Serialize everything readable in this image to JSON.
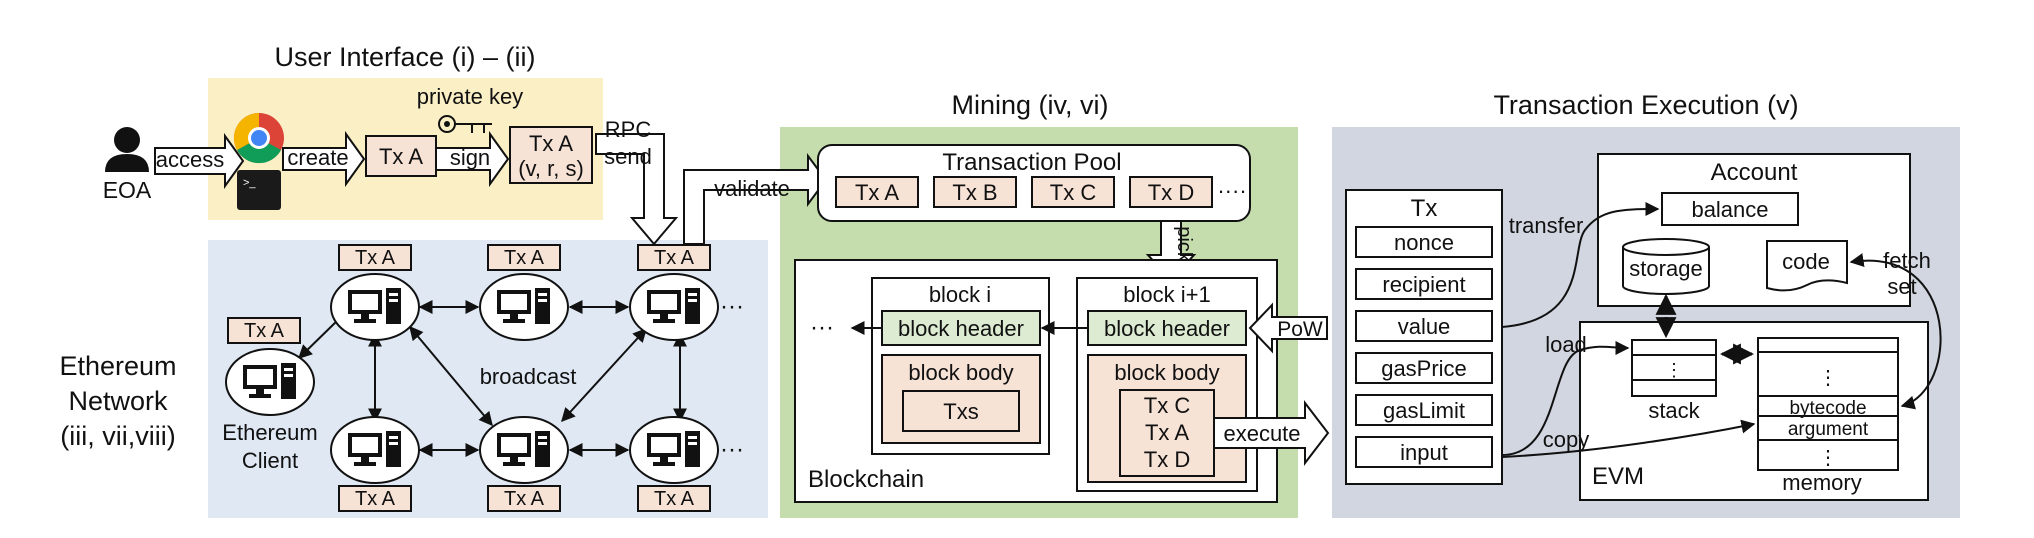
{
  "sections": {
    "ui_title": "User Interface (i) – (ii)",
    "mining_title": "Mining (iv, vi)",
    "exec_title": "Transaction Execution (v)",
    "network_title_1": "Ethereum",
    "network_title_2": "Network",
    "network_title_3": "(iii, vii,viii)"
  },
  "ui": {
    "eoa": "EOA",
    "access": "access",
    "create": "create",
    "sign": "sign",
    "private_key": "private key",
    "tx": "Tx A",
    "signed_tx_1": "Tx A",
    "signed_tx_2": "(v, r, s)",
    "rpc": "RPC",
    "send": "send",
    "validate": "validate"
  },
  "network": {
    "tx_label": "Tx A",
    "broadcast": "broadcast",
    "client_1": "Ethereum",
    "client_2": "Client",
    "ellipsis": "···"
  },
  "mining": {
    "pool_title": "Transaction Pool",
    "pool_txs": [
      "Tx A",
      "Tx B",
      "Tx C",
      "Tx D"
    ],
    "pool_more": "····",
    "pick": "pick",
    "blockchain": "Blockchain",
    "ellipsis": "···",
    "block_i": "block i",
    "block_i1": "block i+1",
    "block_header": "block header",
    "block_body": "block body",
    "txs": "Txs",
    "body_txs": [
      "Tx C",
      "Tx A",
      "Tx D"
    ],
    "pow": "PoW",
    "execute": "execute"
  },
  "execution": {
    "tx_title": "Tx",
    "tx_fields": [
      "nonce",
      "recipient",
      "value",
      "gasPrice",
      "gasLimit",
      "input"
    ],
    "account": "Account",
    "balance": "balance",
    "storage": "storage",
    "code": "code",
    "transfer": "transfer",
    "fetch": "fetch",
    "set": "set",
    "load": "load",
    "copy": "copy",
    "evm": "EVM",
    "stack": "stack",
    "memory": "memory",
    "bytecode": "bytecode",
    "argument": "argument"
  },
  "colors": {
    "ui_bg": "#fbefc5",
    "network_bg": "#dfe8f3",
    "mining_bg": "#c5dcac",
    "exec_bg": "#d2d6e0",
    "tx_fill": "#f7e2d6",
    "header_fill": "#dcebd2"
  }
}
